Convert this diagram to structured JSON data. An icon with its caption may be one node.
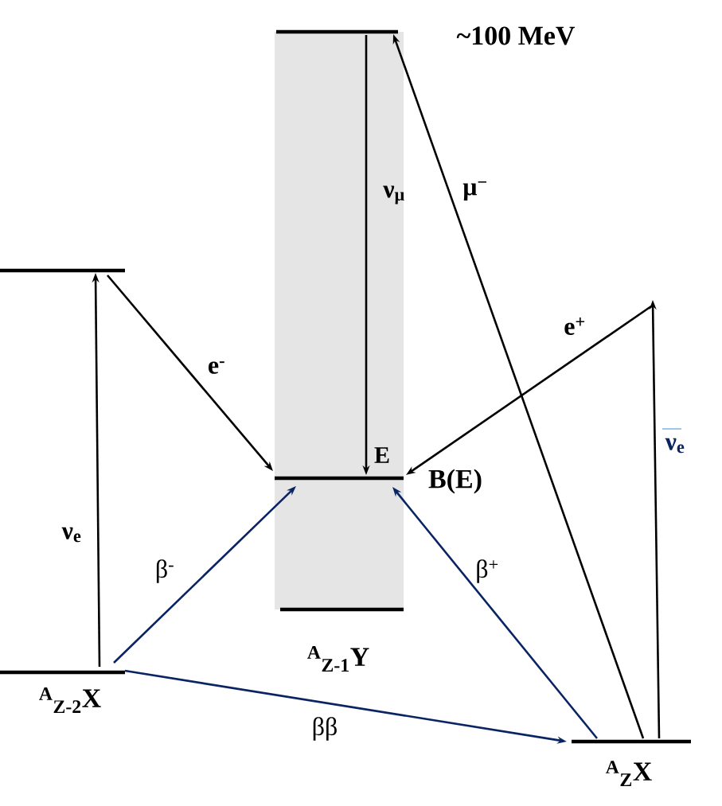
{
  "diagram": {
    "nodes": [
      {
        "text": [],
        "shape": "bar",
        "beside": [
          "~100 MeV"
        ]
      },
      {
        "text": [],
        "shape": "bar"
      },
      {
        "text": [],
        "shape": "bar",
        "beside": [
          "E",
          "B(E)"
        ]
      },
      {
        "text": [],
        "shape": "bar",
        "beside": [
          "$^{A}$$_{Z-1}$Y"
        ]
      },
      {
        "text": [],
        "shape": "bar",
        "beside": [
          "$^{A}$$_{Z-2}$X"
        ]
      },
      {
        "text": [],
        "shape": "bar",
        "beside": [
          "$^{A}$$_{Z}$X"
        ]
      }
    ],
    "edges": [
      {
        "from": 4,
        "to": 1,
        "arrow": "to",
        "label": "ν$_{e}$"
      },
      {
        "from": 1,
        "to": 2,
        "arrow": "to",
        "label": "e$^{-}$"
      },
      {
        "from": 0,
        "to": 2,
        "arrow": "to",
        "label": "ν$_{μ}$"
      },
      {
        "from": 5,
        "to": 0,
        "arrow": "to",
        "label": "μ$^{−}$"
      },
      {
        "from": null,
        "to": 2,
        "arrow": "to",
        "label": "e$^{+}$"
      },
      {
        "from": 5,
        "to": null,
        "arrow": "to",
        "label": "ν$_{e}$"
      },
      {
        "from": 4,
        "to": 2,
        "arrow": "to",
        "label": "β$^{-}$",
        "color": "#0a2463"
      },
      {
        "from": 5,
        "to": 2,
        "arrow": "to",
        "label": "β$^{+}$",
        "color": "#0a2463"
      },
      {
        "from": 4,
        "to": 5,
        "arrow": "to",
        "label": "ββ",
        "color": "#0a2463"
      }
    ]
  }
}
